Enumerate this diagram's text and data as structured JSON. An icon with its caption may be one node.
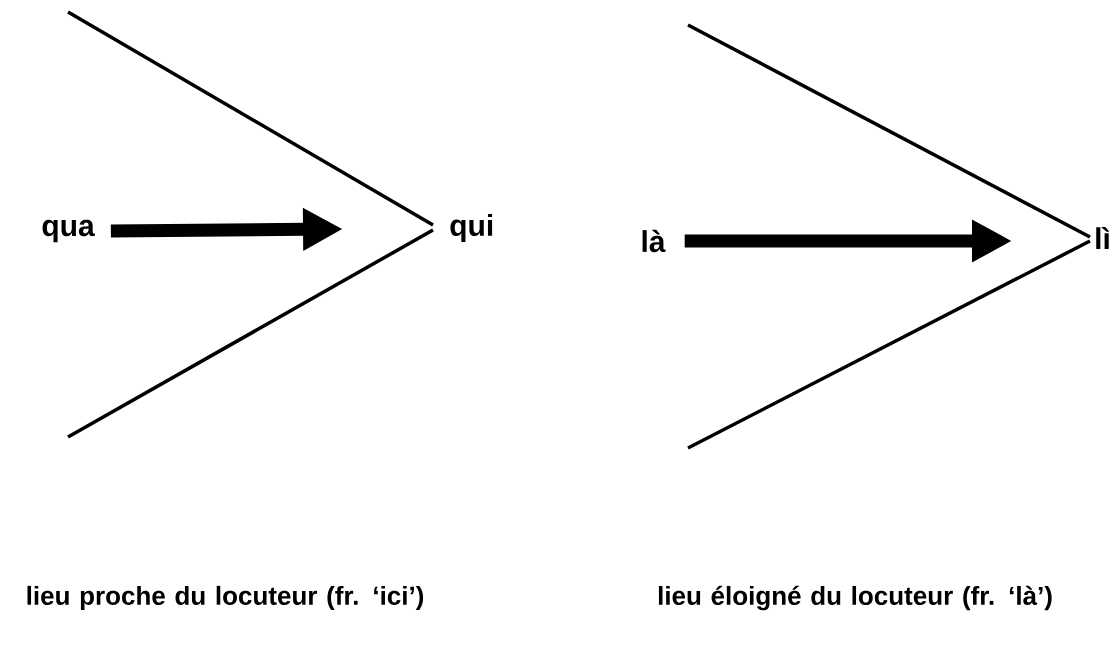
{
  "diagram": {
    "nodes": [
      {
        "text": [
          "qua"
        ]
      },
      {
        "text": [
          "qui"
        ]
      },
      {
        "text": [
          "là"
        ]
      },
      {
        "text": [
          "lì"
        ]
      }
    ],
    "edges": [
      {
        "from": 0,
        "to": null,
        "arrow": "to"
      },
      {
        "from": 2,
        "to": null,
        "arrow": "to"
      }
    ],
    "labels": [
      "lieu proche du locuteur (fr. ‘ici’)",
      "lieu éloigné du locuteur (fr. ‘là’)"
    ]
  }
}
